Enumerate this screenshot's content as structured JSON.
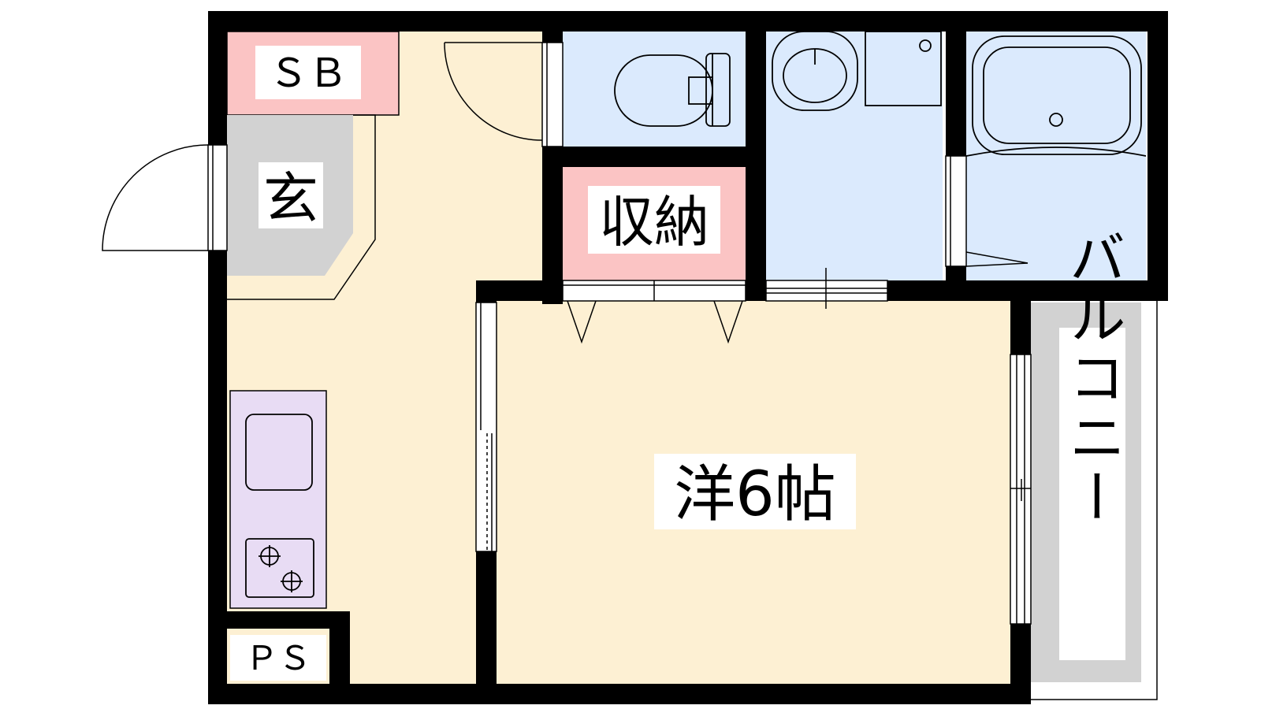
{
  "rooms": {
    "shoe_box": "ＳＢ",
    "entrance": "玄",
    "storage": "収納",
    "western_room": "洋6帖",
    "balcony": "バルコニー",
    "pipe_space": "ＰＳ"
  },
  "colors": {
    "floor": "#fdf0d3",
    "wet_area": "#dbeafd",
    "storage_fill": "#fbc4c4",
    "entrance_fill": "#d2d2d2",
    "kitchen_fill": "#e8dcf4",
    "balcony_fill": "#d2d2d2",
    "wall": "#000000"
  }
}
